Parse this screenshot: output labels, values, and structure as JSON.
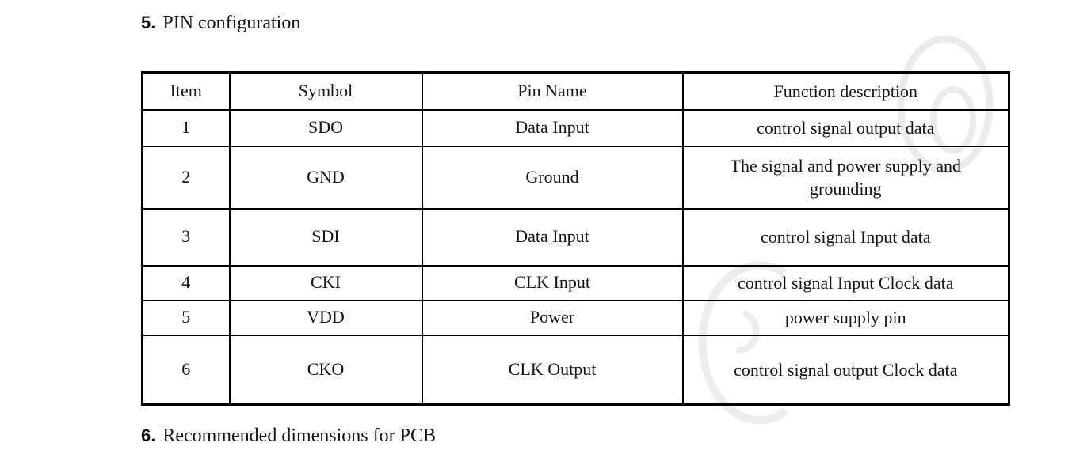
{
  "sections": {
    "pin_configuration": {
      "number": "5.",
      "title": "PIN configuration"
    },
    "pcb_dimensions": {
      "number": "6.",
      "title": "Recommended dimensions for PCB"
    }
  },
  "table": {
    "headers": [
      "Item",
      "Symbol",
      "Pin Name",
      "Function description"
    ],
    "rows": [
      {
        "item": "1",
        "symbol": "SDO",
        "pin_name": "Data Input",
        "function": "control signal output data"
      },
      {
        "item": "2",
        "symbol": "GND",
        "pin_name": "Ground",
        "function": "The signal and power supply and grounding"
      },
      {
        "item": "3",
        "symbol": "SDI",
        "pin_name": "Data Input",
        "function": "control signal Input data"
      },
      {
        "item": "4",
        "symbol": "CKI",
        "pin_name": "CLK Input",
        "function": "control signal Input Clock data"
      },
      {
        "item": "5",
        "symbol": "VDD",
        "pin_name": "Power",
        "function": "power supply pin"
      },
      {
        "item": "6",
        "symbol": "CKO",
        "pin_name": "CLK Output",
        "function": "control signal output Clock data"
      }
    ]
  },
  "colors": {
    "background": "#ffffff",
    "text": "#141414",
    "table_border": "#000000",
    "watermark": "#ebebeb"
  }
}
